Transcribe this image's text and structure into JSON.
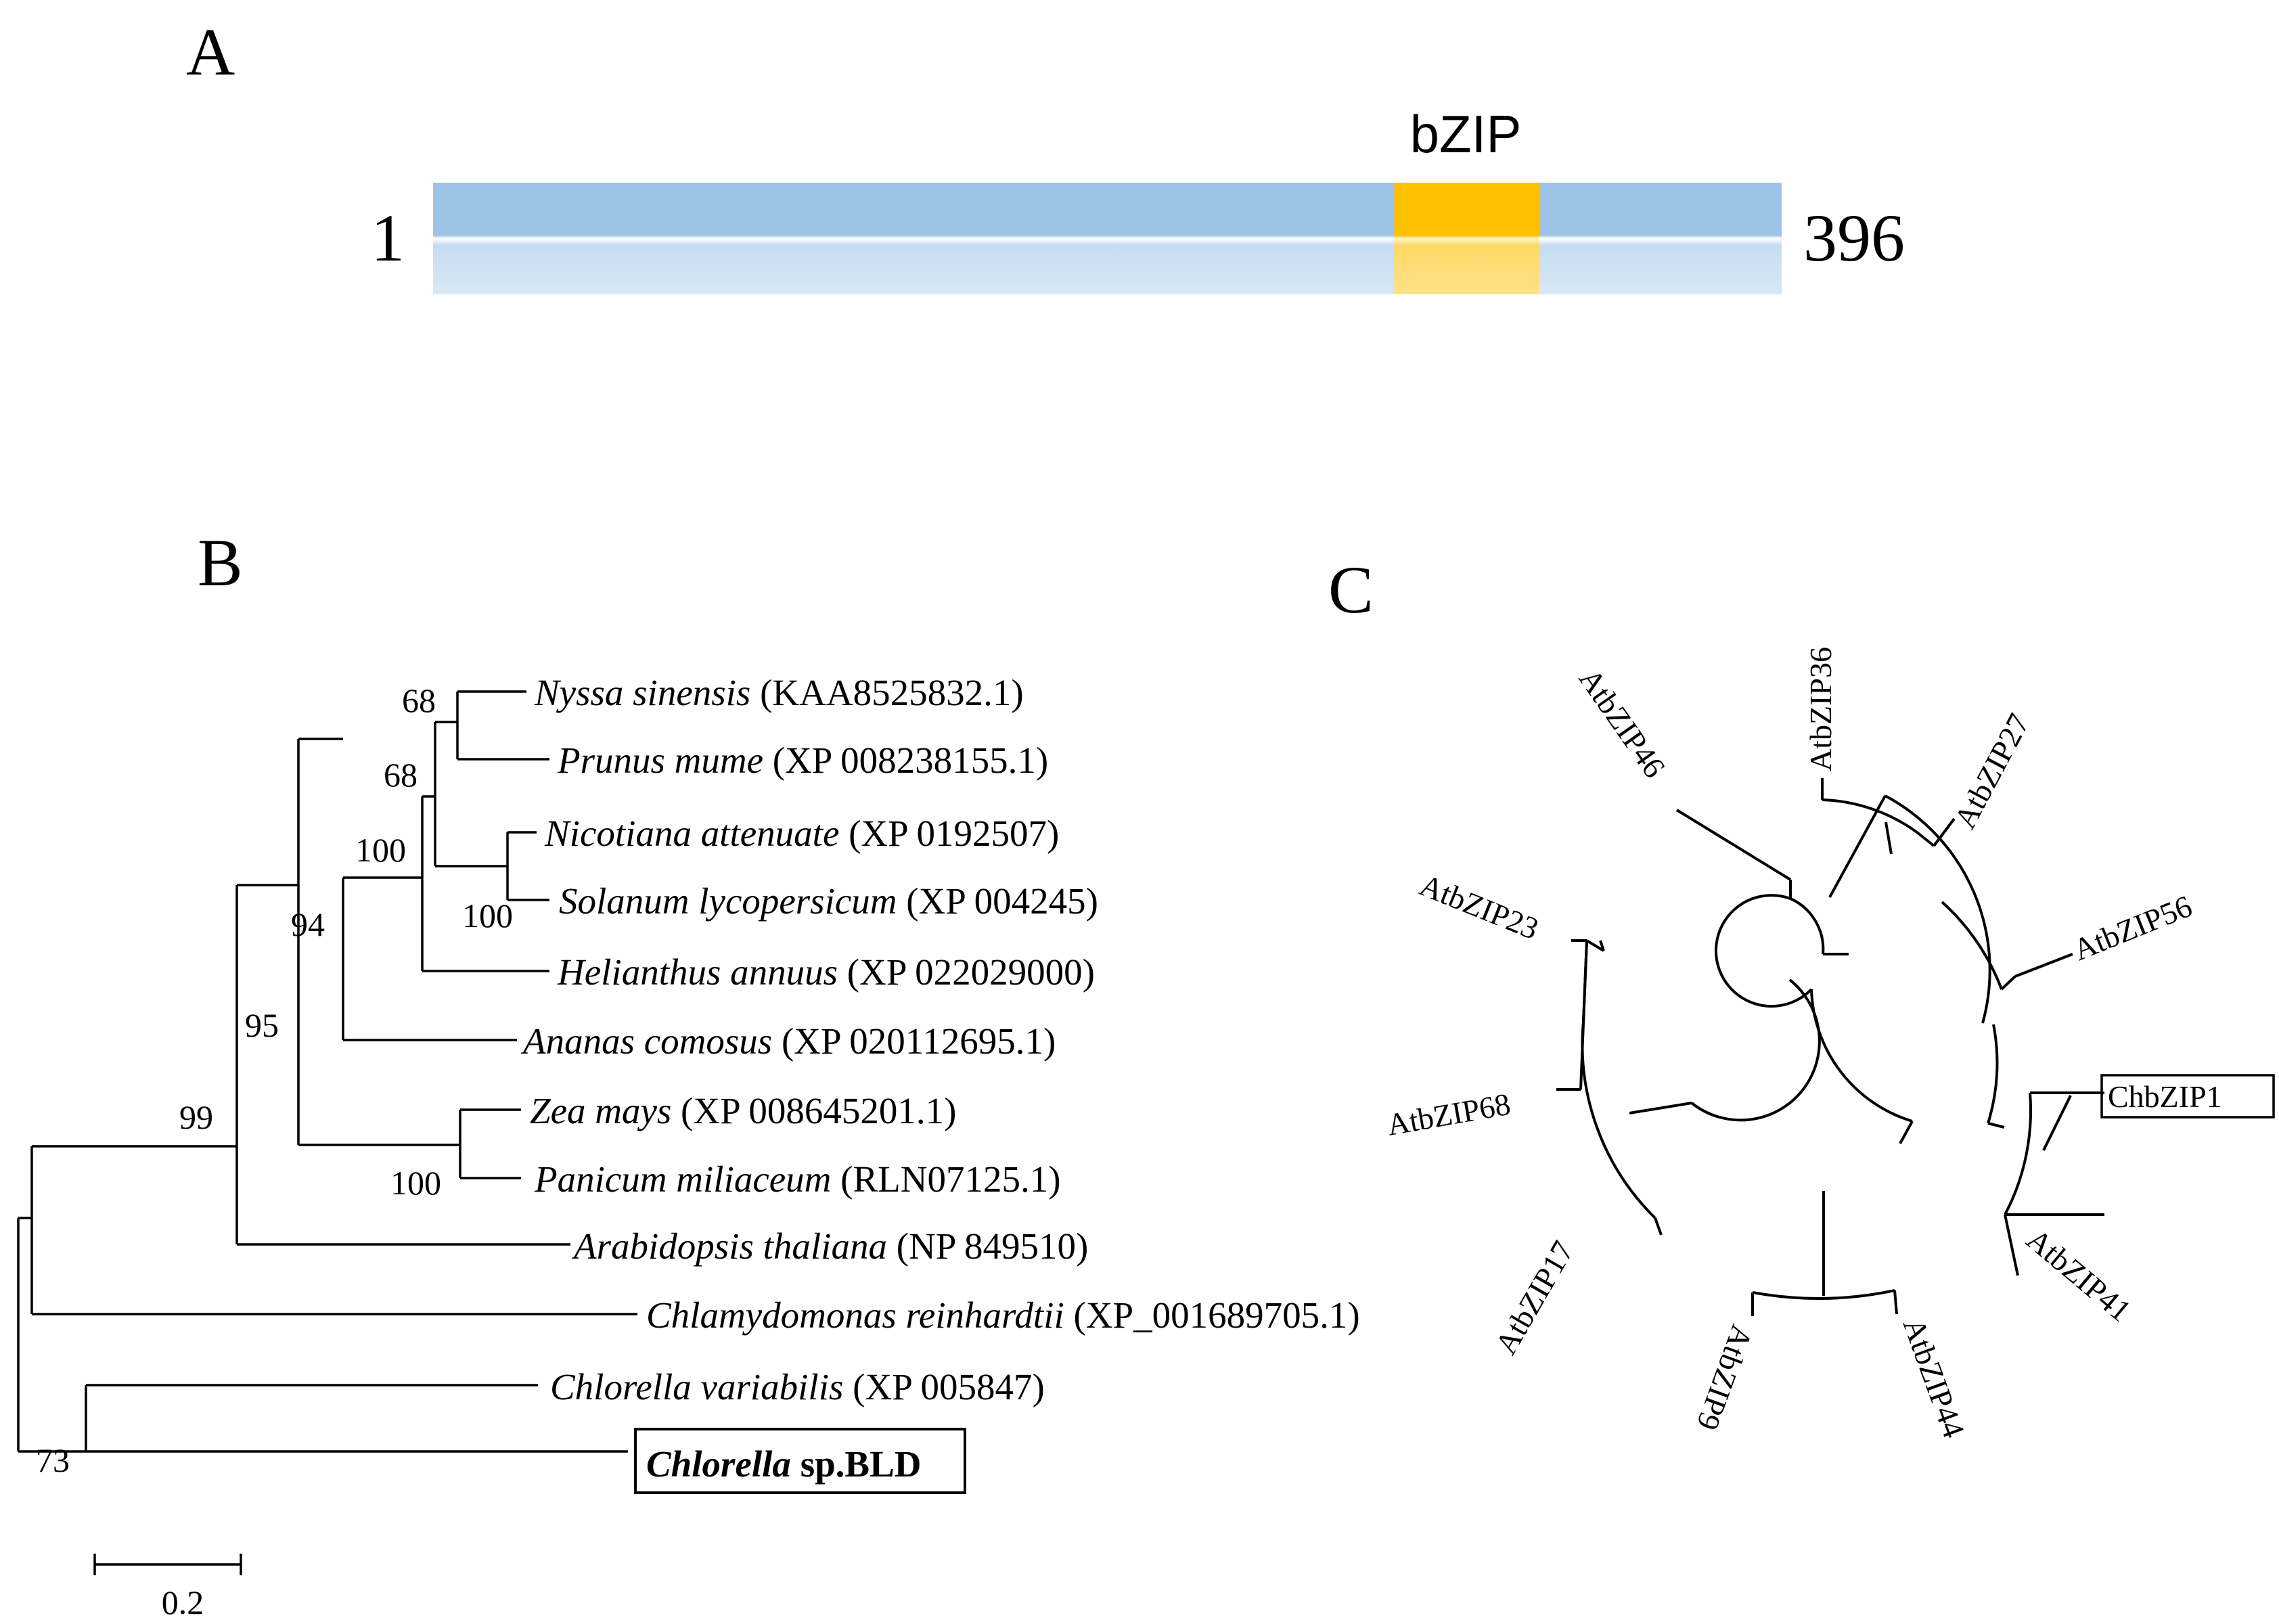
{
  "panel_a": {
    "label": "A",
    "domain_label": "bZIP",
    "start": "1",
    "end": "396",
    "length": 396,
    "domain_start_fraction": 0.712,
    "domain_end_fraction": 0.82,
    "protein_color": "#9dc3e6",
    "domain_color": "#ffc000"
  },
  "panel_b": {
    "label": "B",
    "taxa": [
      {
        "species": "Nyssa sinensis",
        "accession": "(KAA8525832.1)"
      },
      {
        "species": "Prunus mume",
        "accession": "(XP 008238155.1)"
      },
      {
        "species": "Nicotiana attenuate",
        "accession": "(XP 0192507)"
      },
      {
        "species": "Solanum lycopersicum",
        "accession": "(XP 004245)"
      },
      {
        "species": "Helianthus annuus",
        "accession": "(XP 022029000)"
      },
      {
        "species": "Ananas comosus",
        "accession": "(XP 020112695.1)"
      },
      {
        "species": "Zea mays",
        "accession": "(XP 008645201.1)"
      },
      {
        "species": "Panicum miliaceum",
        "accession": "(RLN07125.1)"
      },
      {
        "species": "Arabidopsis thaliana",
        "accession": "(NP 849510)"
      },
      {
        "species": "Chlamydomonas reinhardtii",
        "accession": "(XP_001689705.1)"
      },
      {
        "species": "Chlorella variabilis",
        "accession": "(XP 005847)"
      }
    ],
    "highlight_species": "Chlorella",
    "highlight_suffix": " sp.BLD",
    "bootstrap": [
      "68",
      "68",
      "100",
      "100",
      "94",
      "95",
      "99",
      "100",
      "73"
    ],
    "scale_label": "0.2"
  },
  "panel_c": {
    "label": "C",
    "leaves": [
      "AtbZIP36",
      "AtbZIP27",
      "AtbZIP56",
      "ChbZIP1",
      "AtbZIP41",
      "AtbZIP44",
      "AtbZIP9",
      "AtbZIP17",
      "AtbZIP68",
      "AtbZIP23",
      "AtbZIP46"
    ],
    "highlight_leaf": "ChbZIP1"
  }
}
